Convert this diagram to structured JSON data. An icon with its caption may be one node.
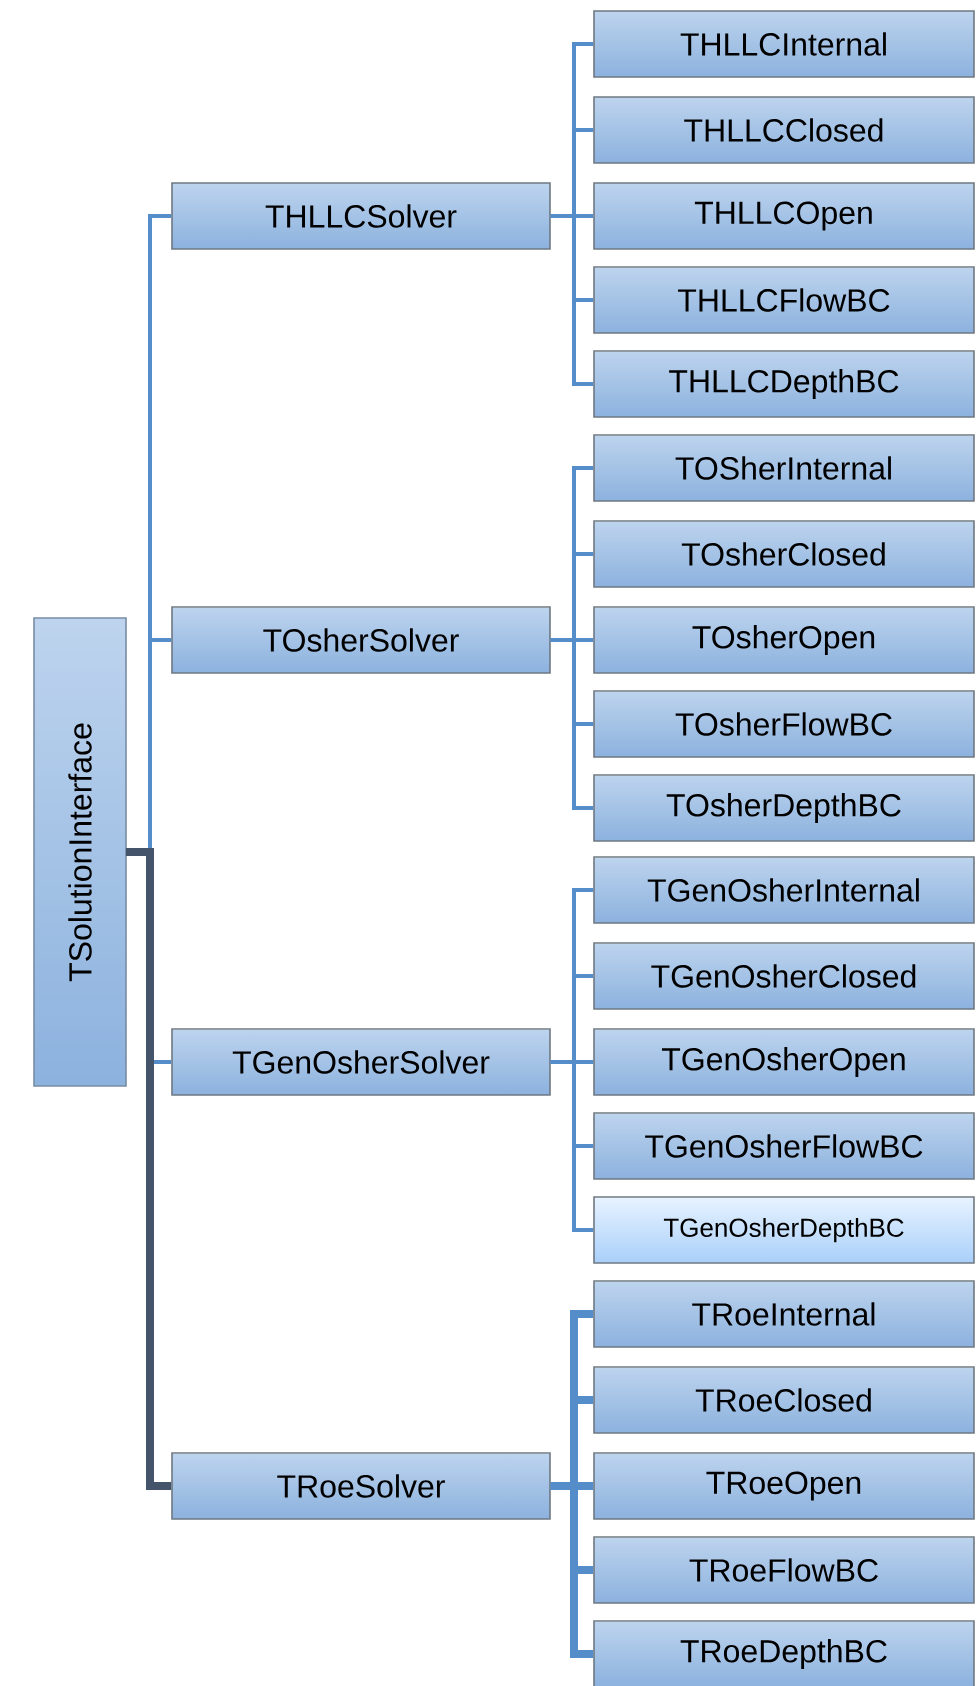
{
  "diagram": {
    "nodes": [
      {
        "text": [
          "TSolutionInterface"
        ]
      },
      {
        "text": [
          "THLLCSolver"
        ]
      },
      {
        "text": [
          "THLLCInternal"
        ]
      },
      {
        "text": [
          "THLLCClosed"
        ]
      },
      {
        "text": [
          "THLLCOpen"
        ]
      },
      {
        "text": [
          "THLLCFlowBC"
        ]
      },
      {
        "text": [
          "THLLCDepthBC"
        ]
      },
      {
        "text": [
          "TOsherSolver"
        ]
      },
      {
        "text": [
          "TOSherInternal"
        ]
      },
      {
        "text": [
          "TOsherClosed"
        ]
      },
      {
        "text": [
          "TOsherOpen"
        ]
      },
      {
        "text": [
          "TOsherFlowBC"
        ]
      },
      {
        "text": [
          "TOsherDepthBC"
        ]
      },
      {
        "text": [
          "TGenOsherSolver"
        ]
      },
      {
        "text": [
          "TGenOsherInternal"
        ]
      },
      {
        "text": [
          "TGenOsherClosed"
        ]
      },
      {
        "text": [
          "TGenOsherOpen"
        ]
      },
      {
        "text": [
          "TGenOsherFlowBC"
        ]
      },
      {
        "text": [
          "TGenOsherDepthBC"
        ]
      },
      {
        "text": [
          "TRoeSolver"
        ]
      },
      {
        "text": [
          "TRoeInternal"
        ]
      },
      {
        "text": [
          "TRoeClosed"
        ]
      },
      {
        "text": [
          "TRoeOpen"
        ]
      },
      {
        "text": [
          "TRoeFlowBC"
        ]
      },
      {
        "text": [
          "TRoeDepthBC"
        ]
      }
    ],
    "edges": [
      {
        "from": 0,
        "to": 1,
        "arrow": "none"
      },
      {
        "from": 0,
        "to": 7,
        "arrow": "none"
      },
      {
        "from": 0,
        "to": 13,
        "arrow": "none"
      },
      {
        "from": 0,
        "to": 19,
        "arrow": "none",
        "style": "thick",
        "color": "#44546a"
      },
      {
        "from": 1,
        "to": 2,
        "arrow": "none"
      },
      {
        "from": 1,
        "to": 3,
        "arrow": "none"
      },
      {
        "from": 1,
        "to": 4,
        "arrow": "none"
      },
      {
        "from": 1,
        "to": 5,
        "arrow": "none"
      },
      {
        "from": 1,
        "to": 6,
        "arrow": "none"
      },
      {
        "from": 7,
        "to": 8,
        "arrow": "none"
      },
      {
        "from": 7,
        "to": 9,
        "arrow": "none"
      },
      {
        "from": 7,
        "to": 10,
        "arrow": "none"
      },
      {
        "from": 7,
        "to": 11,
        "arrow": "none"
      },
      {
        "from": 7,
        "to": 12,
        "arrow": "none"
      },
      {
        "from": 13,
        "to": 14,
        "arrow": "none"
      },
      {
        "from": 13,
        "to": 15,
        "arrow": "none"
      },
      {
        "from": 13,
        "to": 16,
        "arrow": "none"
      },
      {
        "from": 13,
        "to": 17,
        "arrow": "none"
      },
      {
        "from": 13,
        "to": 18,
        "arrow": "none"
      },
      {
        "from": 19,
        "to": 20,
        "arrow": "none",
        "style": "thick"
      },
      {
        "from": 19,
        "to": 21,
        "arrow": "none",
        "style": "thick"
      },
      {
        "from": 19,
        "to": 22,
        "arrow": "none",
        "style": "thick"
      },
      {
        "from": 19,
        "to": 23,
        "arrow": "none",
        "style": "thick"
      },
      {
        "from": 19,
        "to": 24,
        "arrow": "none",
        "style": "thick"
      }
    ]
  }
}
